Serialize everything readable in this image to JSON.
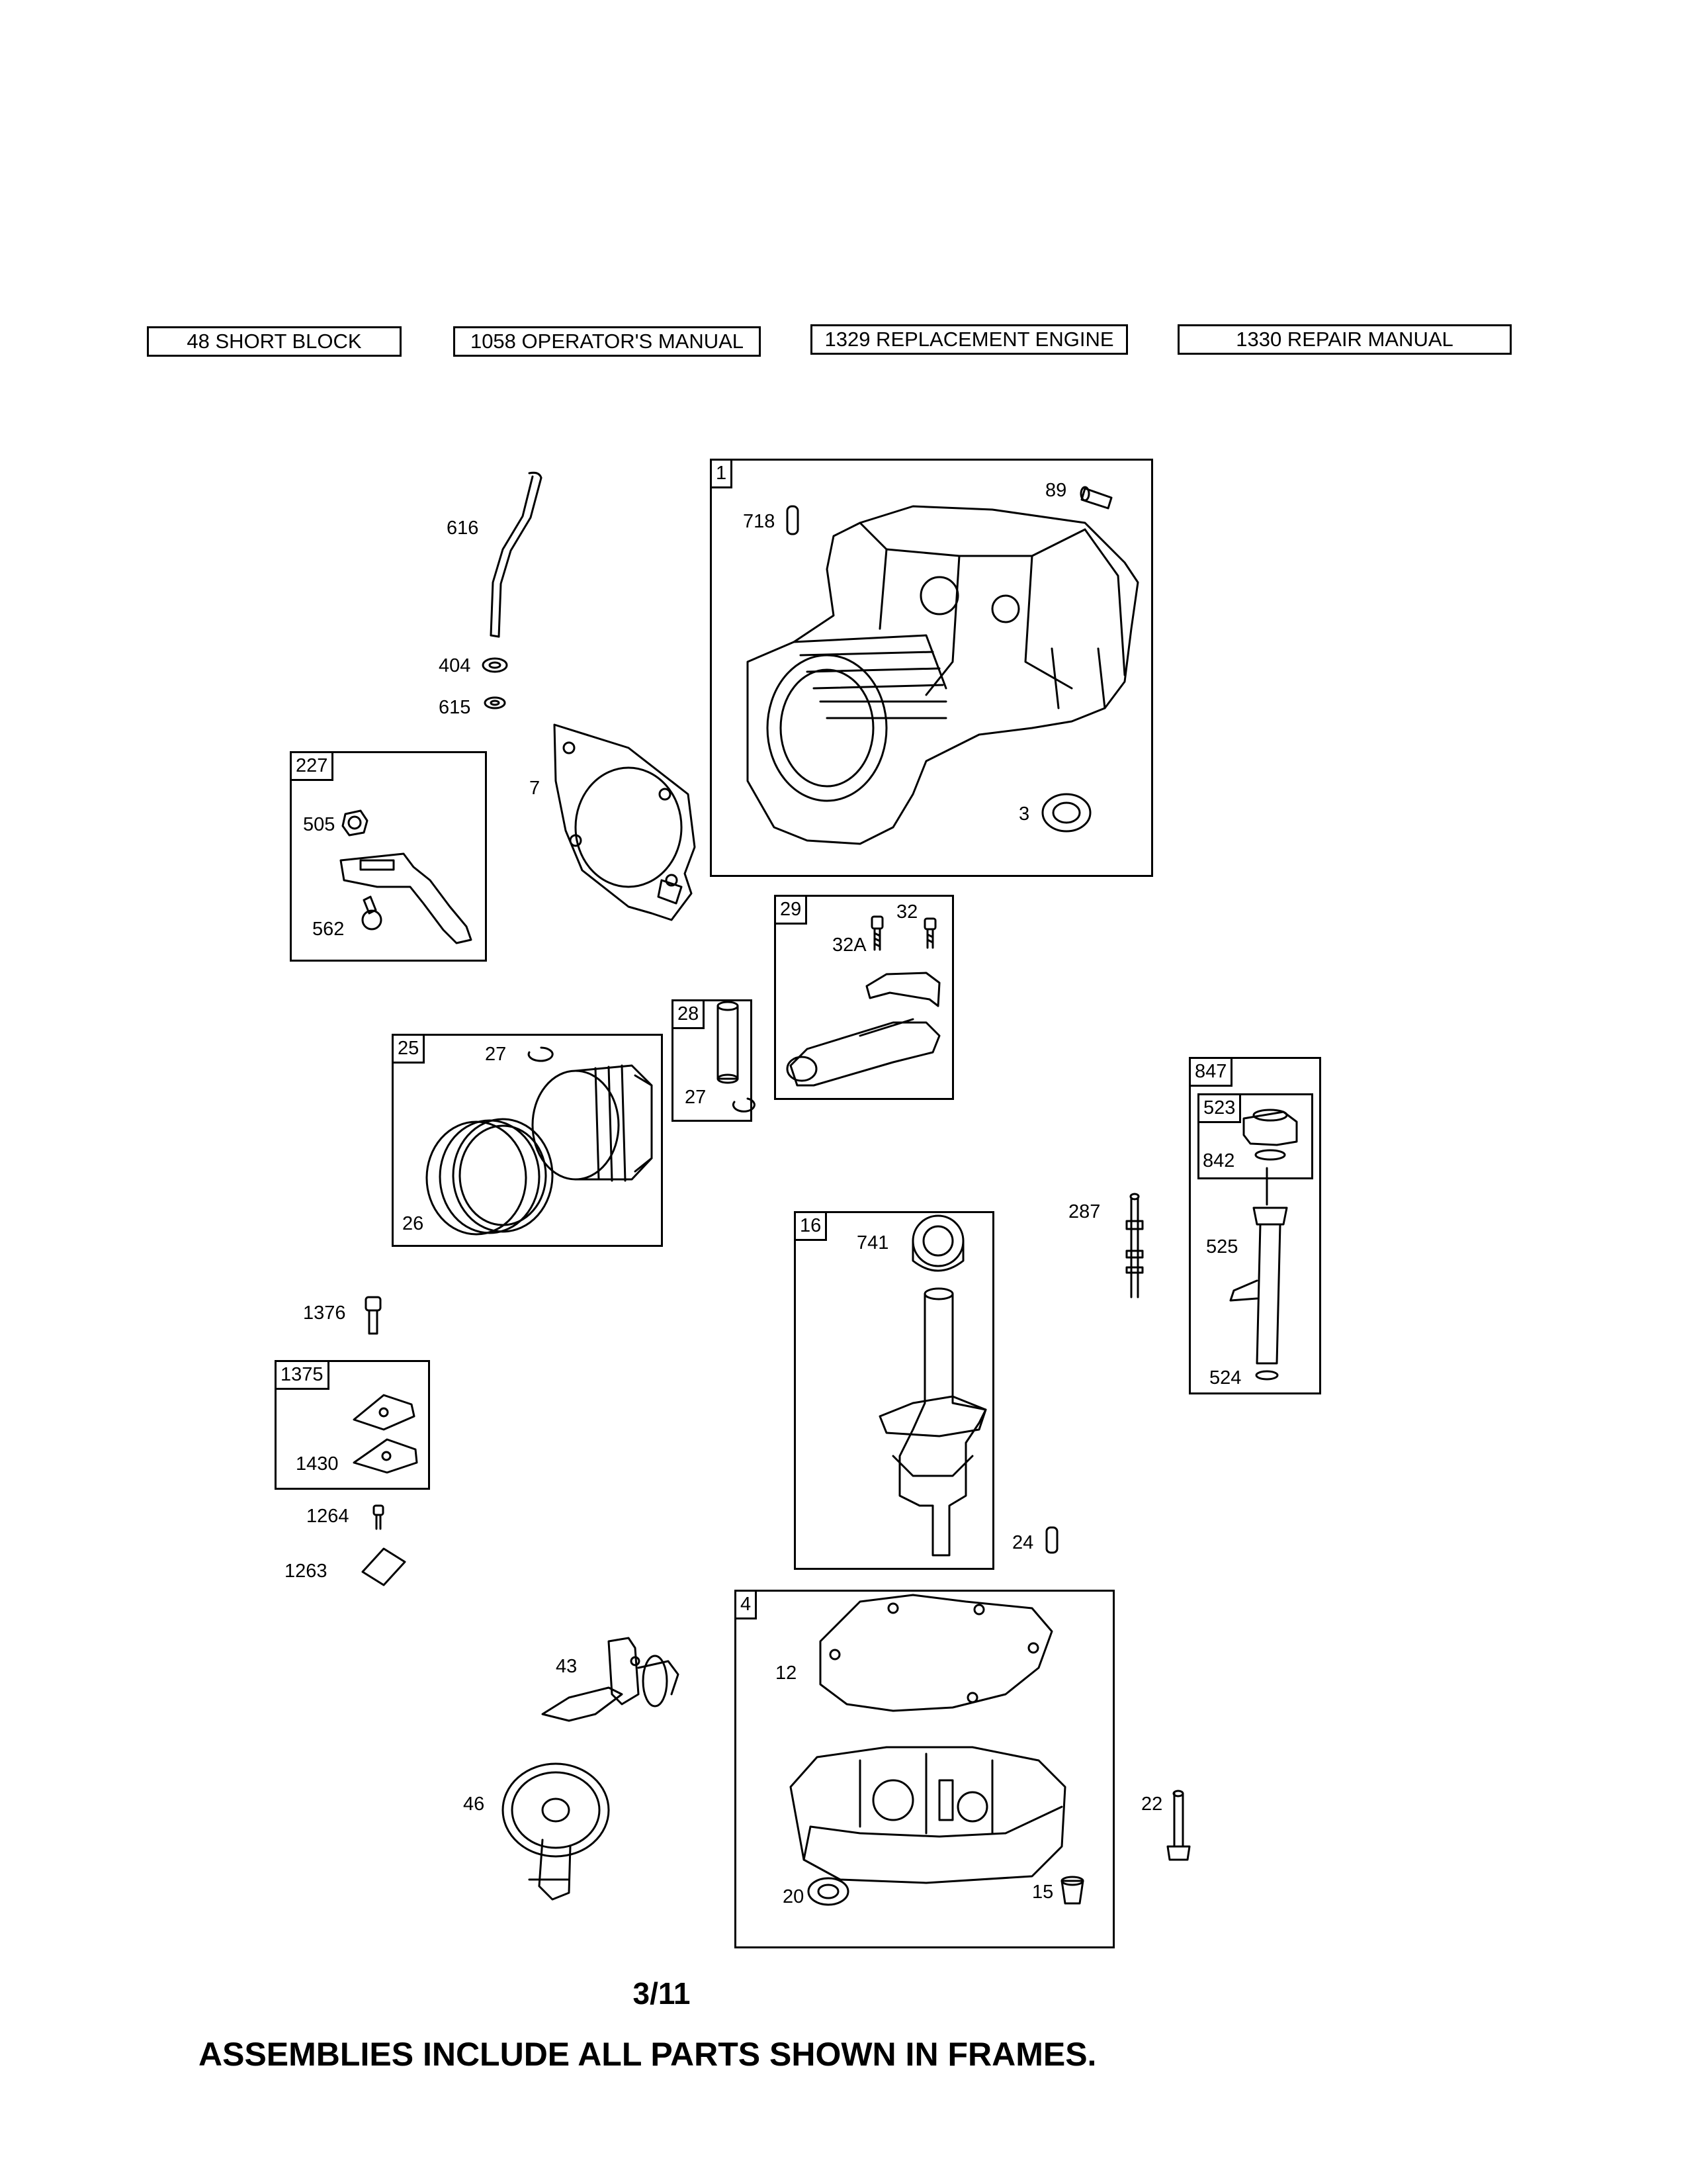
{
  "header_boxes": [
    "48 SHORT BLOCK",
    "1058 OPERATOR'S MANUAL",
    "1329 REPLACEMENT ENGINE",
    "1330 REPAIR MANUAL"
  ],
  "frames": {
    "cylinder": "1",
    "governor": "227",
    "piston": "25",
    "pin": "28",
    "rod": "29",
    "dipstick": "847",
    "cap": "523",
    "crank": "16",
    "cover": "1375",
    "sump": "4"
  },
  "parts": {
    "p616": "616",
    "p404": "404",
    "p615": "615",
    "p7": "7",
    "p505": "505",
    "p562": "562",
    "p718": "718",
    "p89": "89",
    "p3": "3",
    "p29_32": "32",
    "p32a": "32A",
    "p27a": "27",
    "p26": "26",
    "p27b": "27",
    "p847_842": "842",
    "p525": "525",
    "p524": "524",
    "p287": "287",
    "p741": "741",
    "p24": "24",
    "p1376": "1376",
    "p1430": "1430",
    "p1264": "1264",
    "p1263": "1263",
    "p43": "43",
    "p46": "46",
    "p12": "12",
    "p20": "20",
    "p15": "15",
    "p22": "22"
  },
  "page_number": "3/11",
  "footer_note": "ASSEMBLIES INCLUDE ALL PARTS SHOWN IN FRAMES."
}
